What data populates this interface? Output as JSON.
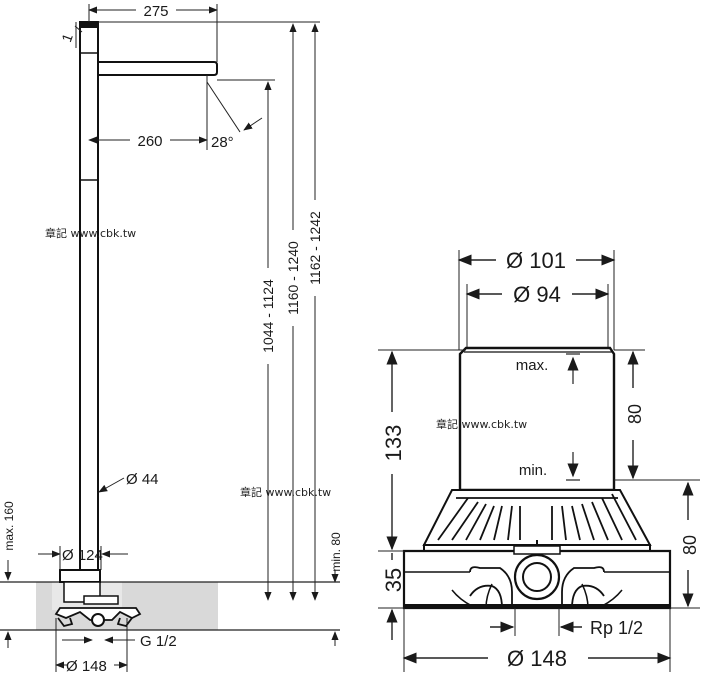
{
  "left_view": {
    "spout_length": "275",
    "spout_reach": "260",
    "spout_angle": "28°",
    "height_range_1": "1044 - 1124",
    "height_range_2": "1160 - 1240",
    "height_range_3": "1162 - 1242",
    "pipe_diameter": "Ø 44",
    "rosette_diameter": "Ø 124",
    "max_depth": "max. 160",
    "min_depth": "min. 80",
    "base_diameter": "Ø 148",
    "connection": "G 1/2",
    "corner_label": "1"
  },
  "right_view": {
    "outer_diameter": "Ø 101",
    "inner_diameter": "Ø 94",
    "max_label": "max.",
    "min_label": "min.",
    "total_height": "133",
    "adjust_range": "80",
    "body_height": "80",
    "base_height": "35",
    "connection": "Rp 1/2",
    "base_diameter": "Ø 148"
  },
  "watermarks": [
    "章記 www.cbk.tw",
    "章記 www.cbk.tw",
    "章記 www.cbk.tw"
  ]
}
